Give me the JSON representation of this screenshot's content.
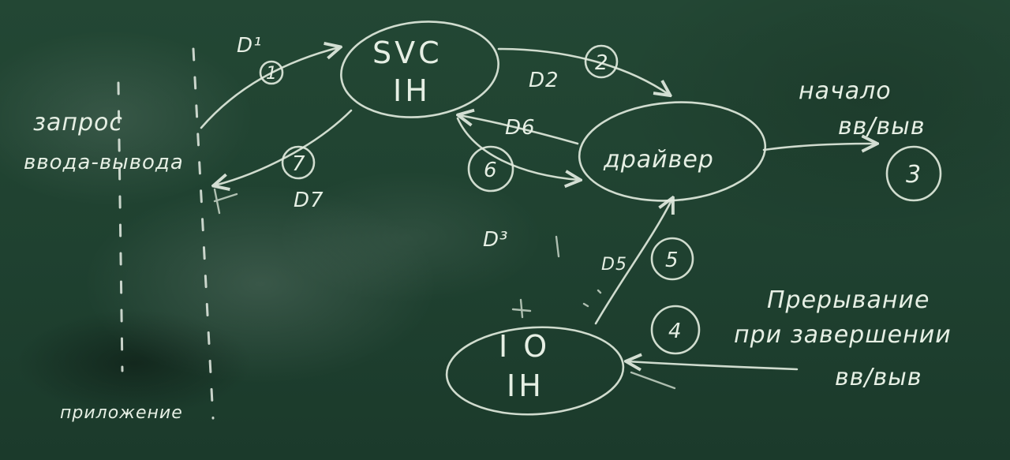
{
  "nodes": {
    "svc_ih": {
      "line1": "SVC",
      "line2": "IH"
    },
    "driver": {
      "label": "драйвер"
    },
    "io_ih": {
      "line1": "I O",
      "line2": "IH"
    }
  },
  "labels": {
    "request": {
      "line1": "запрос",
      "line2": "ввода-вывода"
    },
    "application": "приложение",
    "start": {
      "line1": "начало",
      "line2": "вв/выв"
    },
    "interrupt": {
      "line1": "Прерывание",
      "line2": "при завершении",
      "line3": "вв/выв"
    }
  },
  "edges": {
    "d1": "D¹",
    "d2": "D2",
    "d3": "D³",
    "d5": "D5",
    "d6": "D6",
    "d7": "D7"
  },
  "steps": [
    "1",
    "2",
    "3",
    "4",
    "5",
    "6",
    "7"
  ]
}
